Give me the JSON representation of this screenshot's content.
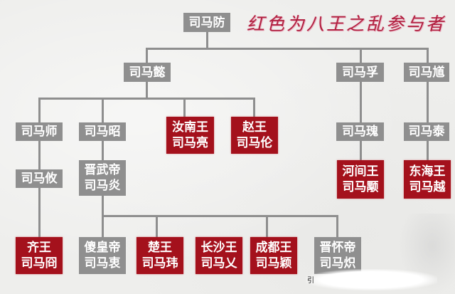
{
  "title": "红色为八王之乱参与者",
  "colors": {
    "participant": "#a4111c",
    "other": "#8f8f8f",
    "line": "#8e8e8e",
    "title": "#b01e3e"
  },
  "nodes": {
    "sima_fang": {
      "name": "司马防"
    },
    "sima_yi": {
      "name": "司马懿"
    },
    "sima_fu": {
      "name": "司马孚"
    },
    "sima_kui": {
      "name": "司马馗"
    },
    "sima_shi": {
      "name": "司马师"
    },
    "sima_zhao": {
      "name": "司马昭"
    },
    "sima_liang": {
      "title": "汝南王",
      "name": "司马亮"
    },
    "sima_lun": {
      "title": "赵王",
      "name": "司马伦"
    },
    "sima_gui": {
      "name": "司马瑰"
    },
    "sima_tai": {
      "name": "司马泰"
    },
    "sima_you": {
      "name": "司马攸"
    },
    "sima_yan": {
      "title": "晋武帝",
      "name": "司马炎"
    },
    "sima_yong": {
      "title": "河间王",
      "name": "司马颙"
    },
    "sima_yue": {
      "title": "东海王",
      "name": "司马越"
    },
    "sima_jiong": {
      "title": "齐王",
      "name": "司马冏"
    },
    "sima_zhong": {
      "title": "傻皇帝",
      "name": "司马衷"
    },
    "sima_wei": {
      "title": "楚王",
      "name": "司马玮"
    },
    "sima_ai": {
      "title": "长沙王",
      "name": "司马乂"
    },
    "sima_ying": {
      "title": "成都王",
      "name": "司马颖"
    },
    "sima_chi": {
      "title": "晋怀帝",
      "name": "司马炽"
    }
  },
  "watermark_fragment": "引"
}
